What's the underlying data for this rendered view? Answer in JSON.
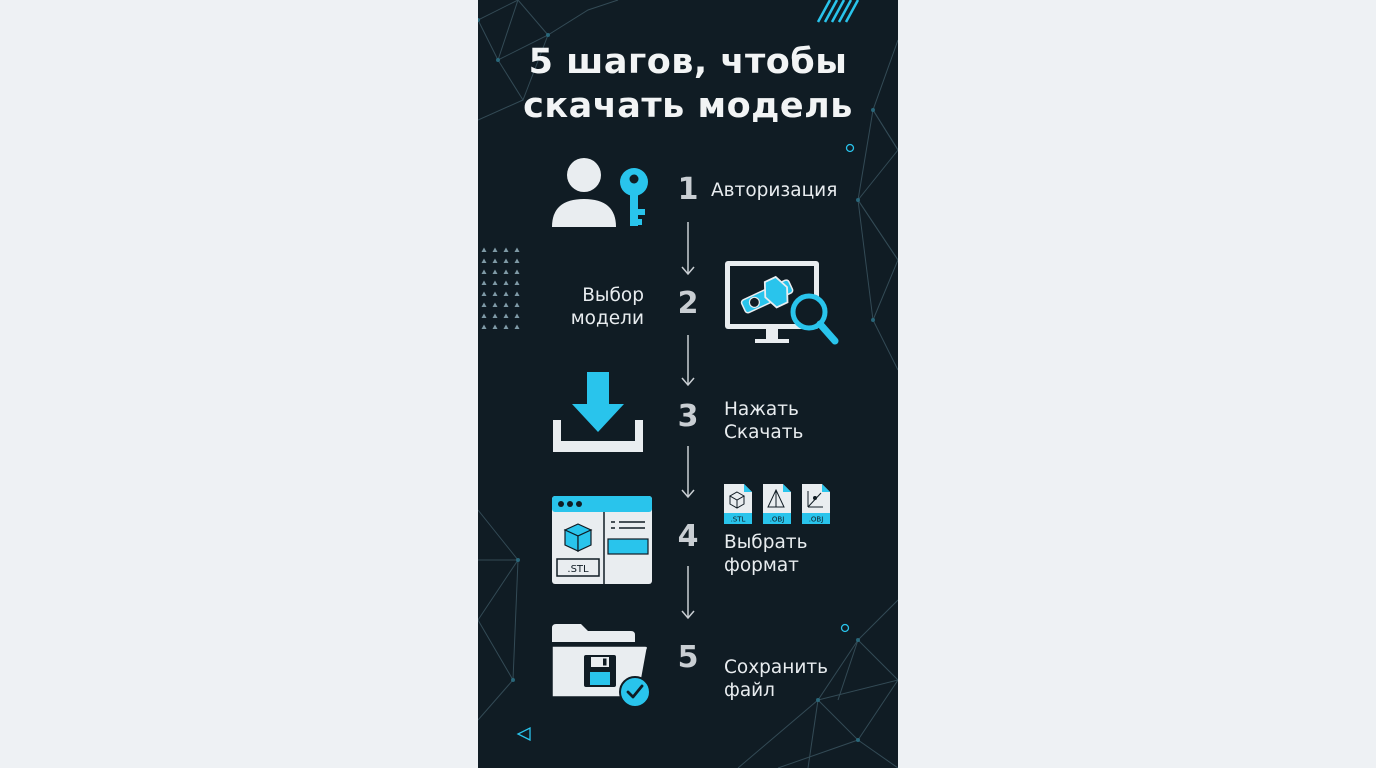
{
  "title": {
    "line1": "5 шагов, чтобы",
    "line2": "скачать модель"
  },
  "steps": [
    {
      "number": "1",
      "label_lines": [
        "Авторизация"
      ],
      "icon": "user-key-icon"
    },
    {
      "number": "2",
      "label_lines": [
        "Выбор",
        "модели"
      ],
      "icon": "monitor-search-icon"
    },
    {
      "number": "3",
      "label_lines": [
        "Нажать",
        "Скачать"
      ],
      "icon": "download-icon"
    },
    {
      "number": "4",
      "label_lines": [
        "Выбрать",
        "формат"
      ],
      "icon": "format-window-icon",
      "window_format": ".STL",
      "file_formats": [
        ".STL",
        ".OBJ",
        ".OBJ"
      ]
    },
    {
      "number": "5",
      "label_lines": [
        "Сохранить",
        "файл"
      ],
      "icon": "save-folder-icon"
    }
  ],
  "colors": {
    "background": "#101c24",
    "accent": "#29c4ec",
    "icon_light": "#e9edf0",
    "text": "#e8ecef",
    "page": "#eef1f4"
  }
}
